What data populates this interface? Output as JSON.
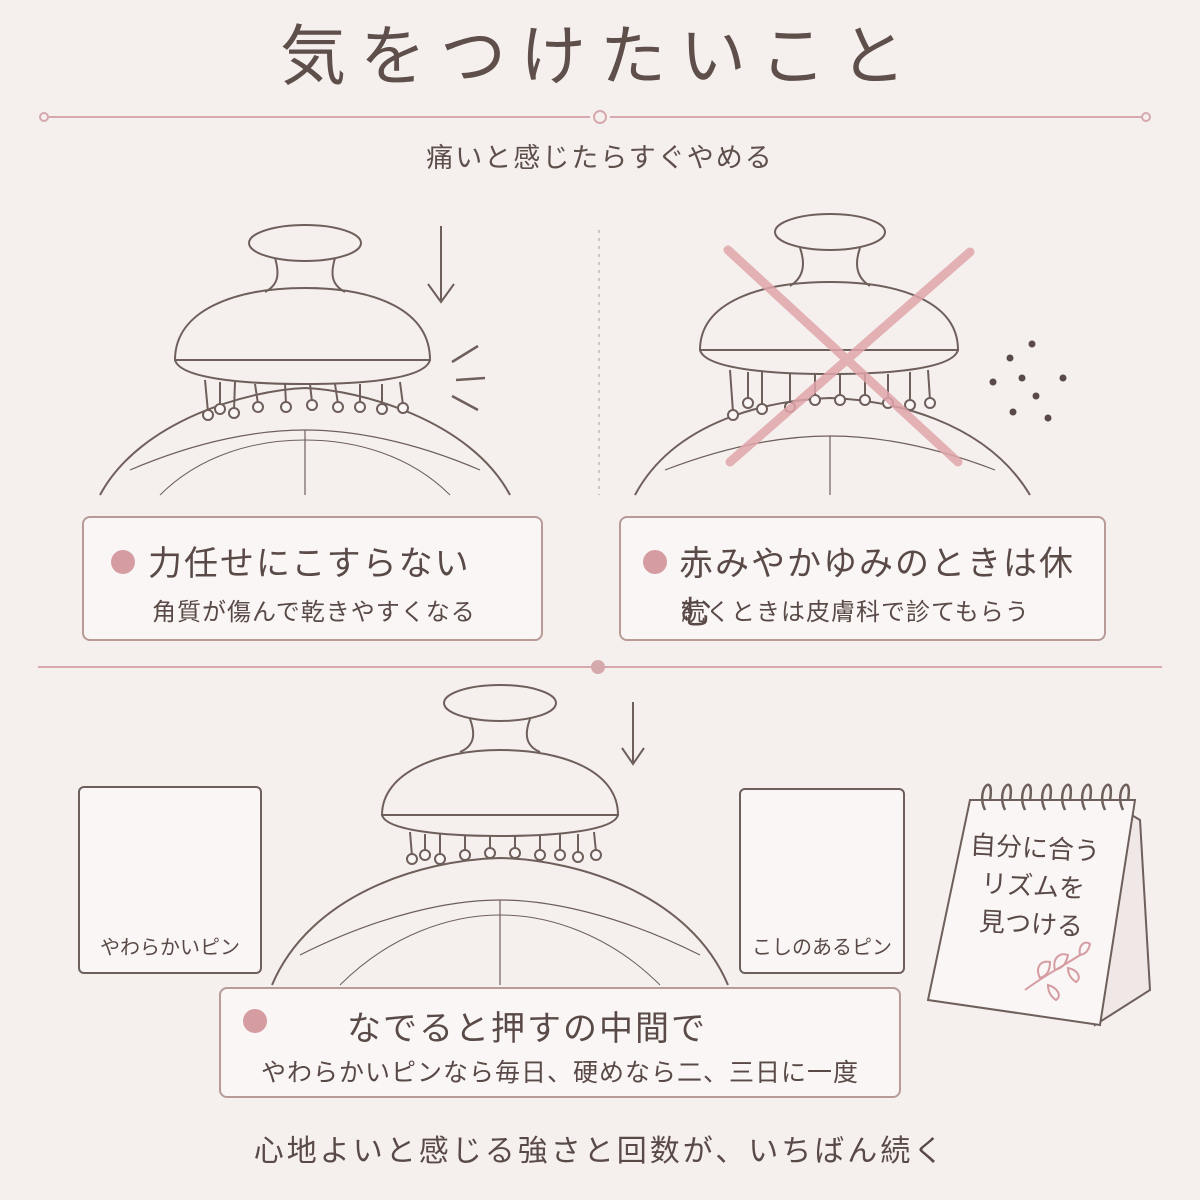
{
  "title": "気をつけたいこと",
  "subtitle": "痛いと感じたらすぐやめる",
  "cards": {
    "force": {
      "heading": "力任せにこすらない",
      "sub": "角質が傷んで乾きやすくなる"
    },
    "redness": {
      "heading": "赤みやかゆみのときは休む",
      "sub": "続くときは皮膚科で診てもらう"
    },
    "middle": {
      "heading": "なでると押すの中間で",
      "sub": "やわらかいピンなら毎日、硬めなら二、三日に一度"
    }
  },
  "pins": {
    "soft_label": "やわらかいピン",
    "firm_label": "こしのあるピン"
  },
  "calendar": {
    "line1": "自分に合う",
    "line2": "リズムを",
    "line3": "見つける"
  },
  "footer": "心地よいと感じる強さと回数が、いちばん続く",
  "colors": {
    "background": "#f5f0ee",
    "accent_pink": "#d59ca2",
    "line_brown": "#6f5f5b",
    "divider": "#d6a9ad"
  }
}
